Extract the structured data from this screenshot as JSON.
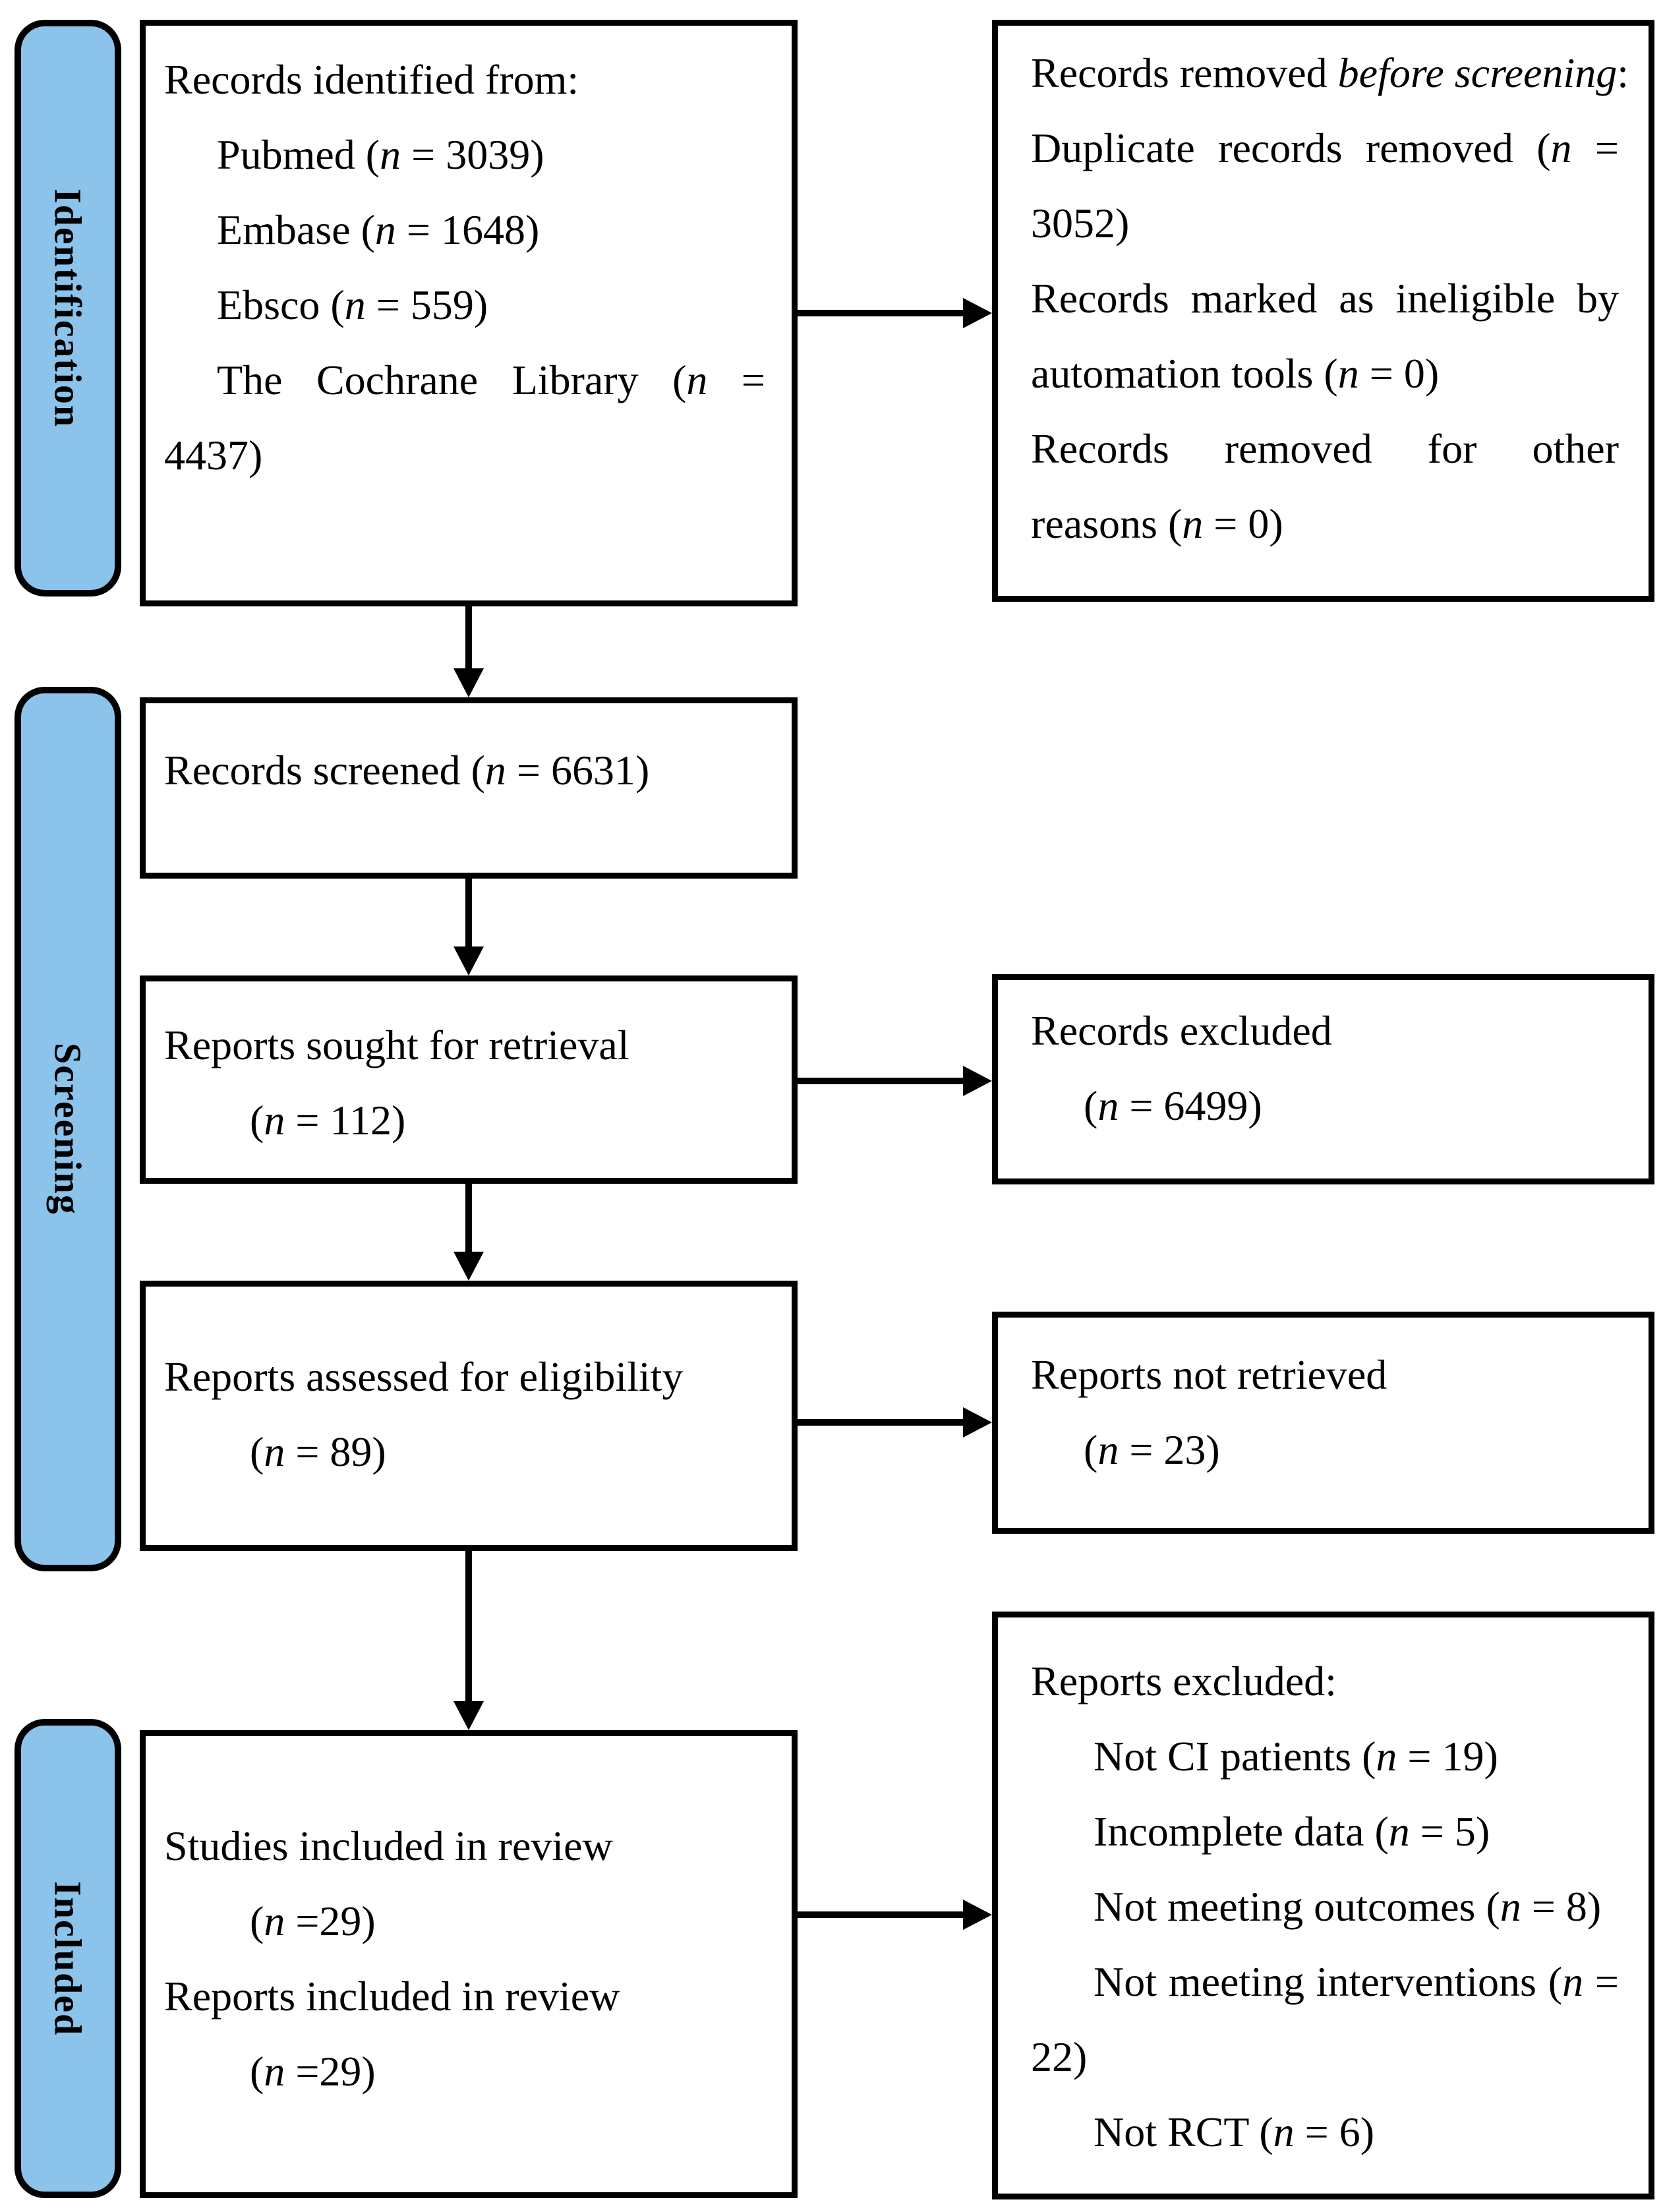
{
  "figure": {
    "background": "#ffffff",
    "stage_band_fill": "#8CC3EA",
    "line_color": "#000000"
  },
  "stages": [
    {
      "label": "Identification"
    },
    {
      "label": "Screening"
    },
    {
      "label": "Included"
    }
  ],
  "boxes": {
    "identified": {
      "title": "Records identified from:",
      "items": [
        "Pubmed (n = 3039)",
        "Embase (n = 1648)",
        "Ebsco (n = 559)",
        "The Cochrane Library (n = 4437)"
      ]
    },
    "removed": {
      "title_prefix": "Records removed ",
      "title_emphasis": "before screening",
      "title_suffix": ":",
      "items": [
        "Duplicate records removed (n = 3052)",
        "Records marked as ineligible by automation tools (n = 0)",
        "Records removed for other reasons (n = 0)"
      ]
    },
    "screened": {
      "line": "Records screened (n = 6631)"
    },
    "sought": {
      "line": "Reports sought for retrieval",
      "count": "(n = 112)"
    },
    "records_excluded": {
      "line": "Records excluded",
      "count": "(n = 6499)"
    },
    "assessed": {
      "line": "Reports assessed for eligibility",
      "count": "(n = 89)"
    },
    "not_retrieved": {
      "line": "Reports not retrieved",
      "count": "(n = 23)"
    },
    "included": {
      "line1": "Studies included in review",
      "count1": "(n =29)",
      "line2": "Reports included in review",
      "count2": "(n =29)"
    },
    "reports_excluded": {
      "title": "Reports excluded:",
      "items": [
        "Not CI patients (n = 19)",
        "Incomplete data (n = 5)",
        "Not meeting outcomes (n = 8)",
        "Not meeting interventions (n = 22)",
        "Not RCT (n = 6)"
      ]
    }
  }
}
